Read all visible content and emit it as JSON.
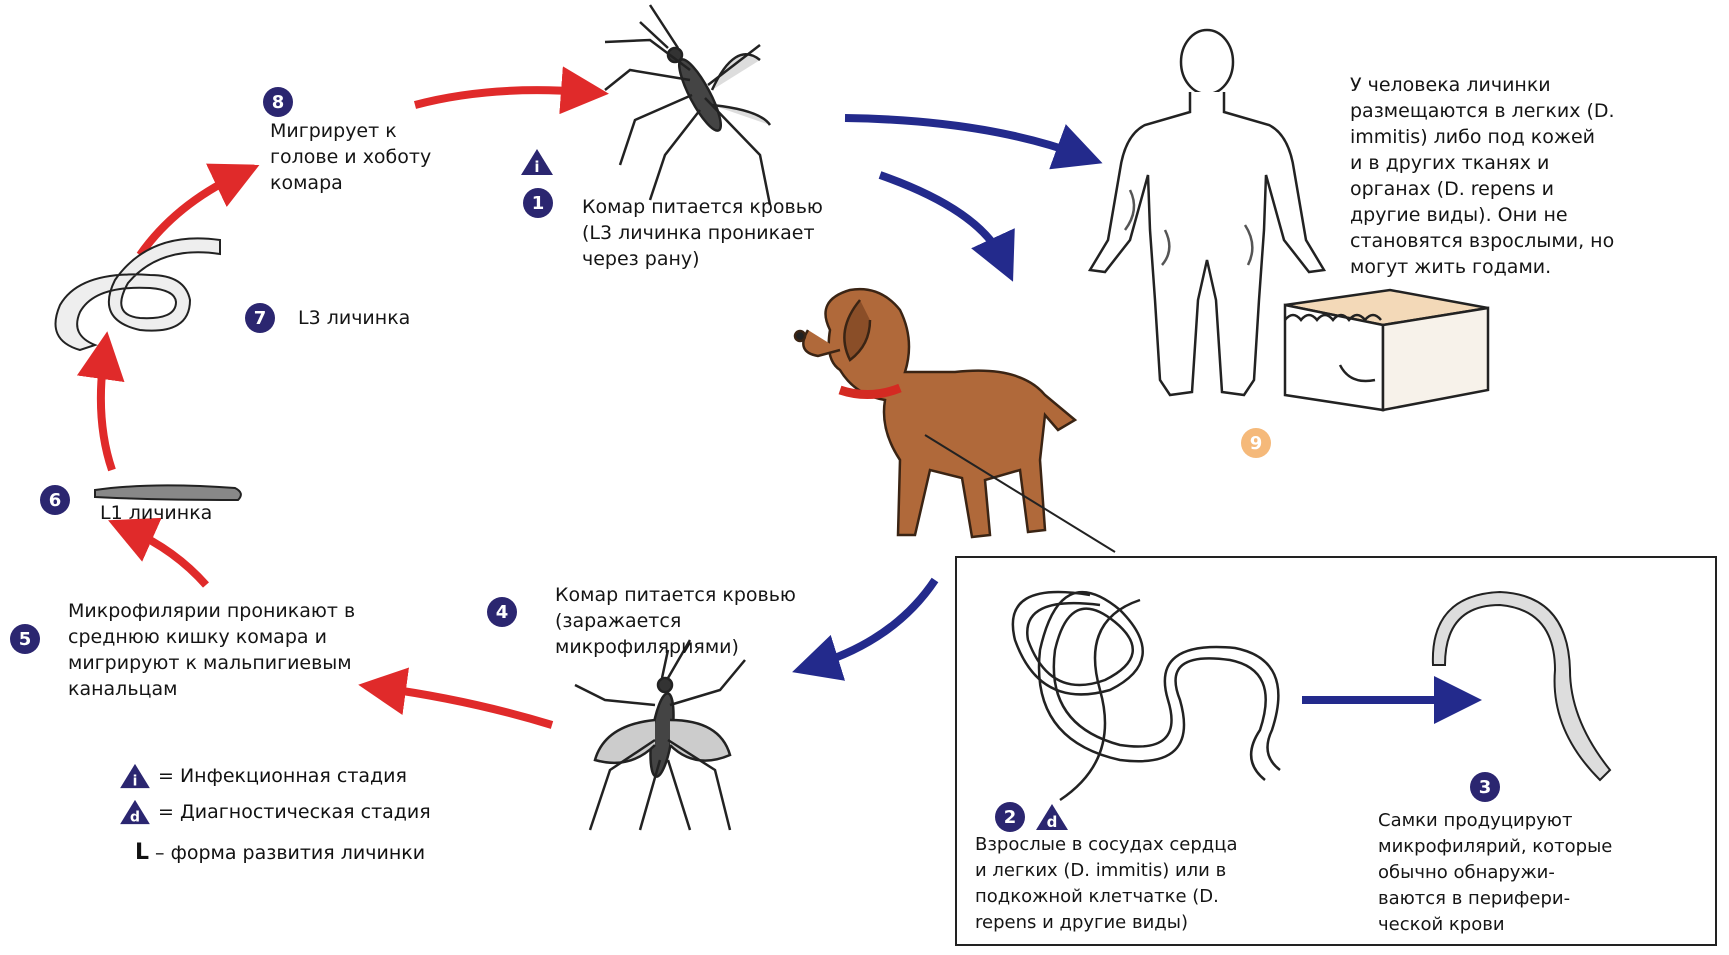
{
  "steps": {
    "s1": {
      "num": "1",
      "text": "Комар питается кровью\n(L3 личинка проникает\nчерез рану)"
    },
    "s2": {
      "num": "2",
      "text": "Взрослые в сосудах сердца\nи легких (D. immitis) или в\nподкожной клетчатке (D.\nrepens и другие виды)"
    },
    "s3": {
      "num": "3",
      "text": "Самки продуцируют\nмикрофилярий, которые\nобычно обнаружи-\nваются в перифери-\nческой крови"
    },
    "s4": {
      "num": "4",
      "text": "Комар питается кровью\n(заражается\nмикрофиляриями)"
    },
    "s5": {
      "num": "5",
      "text": "Микрофилярии проникают в\nсреднюю кишку комара и\nмигрируют к мальпигиевым\nканальцам"
    },
    "s6": {
      "num": "6",
      "text": "L1 личинка"
    },
    "s7": {
      "num": "7",
      "text": "L3 личинка"
    },
    "s8": {
      "num": "8",
      "text": "Мигрирует к\nголове и хоботу\nкомара"
    },
    "s9": {
      "num": "9",
      "text": "У человека личинки\nразмещаются в легких (D.\nimmitis) либо под кожей\n и в других тканях и\nорганах (D. repens и\nдругие виды). Они не\nстановятся взрослыми, но\nмогут жить годами."
    }
  },
  "legend": {
    "infective_symbol": "i",
    "infective_label": "= Инфекционная стадия",
    "diagnostic_symbol": "d",
    "diagnostic_label": "= Диагностическая стадия",
    "larva_symbol": "L",
    "larva_label": "– форма развития личинки"
  },
  "colors": {
    "red_arrow": "#e02a2a",
    "blue_arrow": "#232a8c",
    "badge": "#2b2670",
    "badge_human": "#f5b97a",
    "dog": "#b0693a",
    "collar": "#d42a22",
    "skin": "#f3d9b8"
  },
  "icons": [
    "mosquito-icon",
    "human-figure-icon",
    "dog-icon",
    "skin-section-icon",
    "worm-icon",
    "infective-stage-icon",
    "diagnostic-stage-icon"
  ]
}
